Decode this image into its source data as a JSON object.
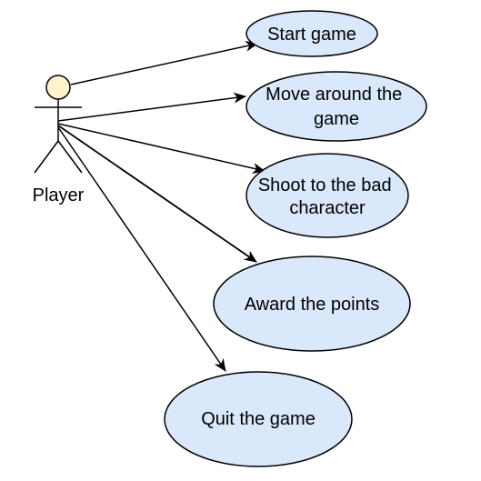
{
  "diagram": {
    "type": "use-case",
    "colors": {
      "use_case_fill": "#dae8fc",
      "actor_head_fill": "#fff2cc",
      "stroke": "#000000"
    },
    "actor": {
      "label": "Player",
      "icon": "stick-figure-icon"
    },
    "use_cases": [
      {
        "id": "start",
        "lines": [
          "Start game"
        ]
      },
      {
        "id": "move",
        "lines": [
          "Move around the",
          "game"
        ]
      },
      {
        "id": "shoot",
        "lines": [
          "Shoot to the bad",
          "character"
        ]
      },
      {
        "id": "award",
        "lines": [
          "Award the points"
        ]
      },
      {
        "id": "quit",
        "lines": [
          "Quit the game"
        ]
      }
    ],
    "associations": [
      {
        "from": "Player",
        "to": "start"
      },
      {
        "from": "Player",
        "to": "move"
      },
      {
        "from": "Player",
        "to": "shoot"
      },
      {
        "from": "Player",
        "to": "award"
      },
      {
        "from": "Player",
        "to": "quit"
      }
    ]
  }
}
